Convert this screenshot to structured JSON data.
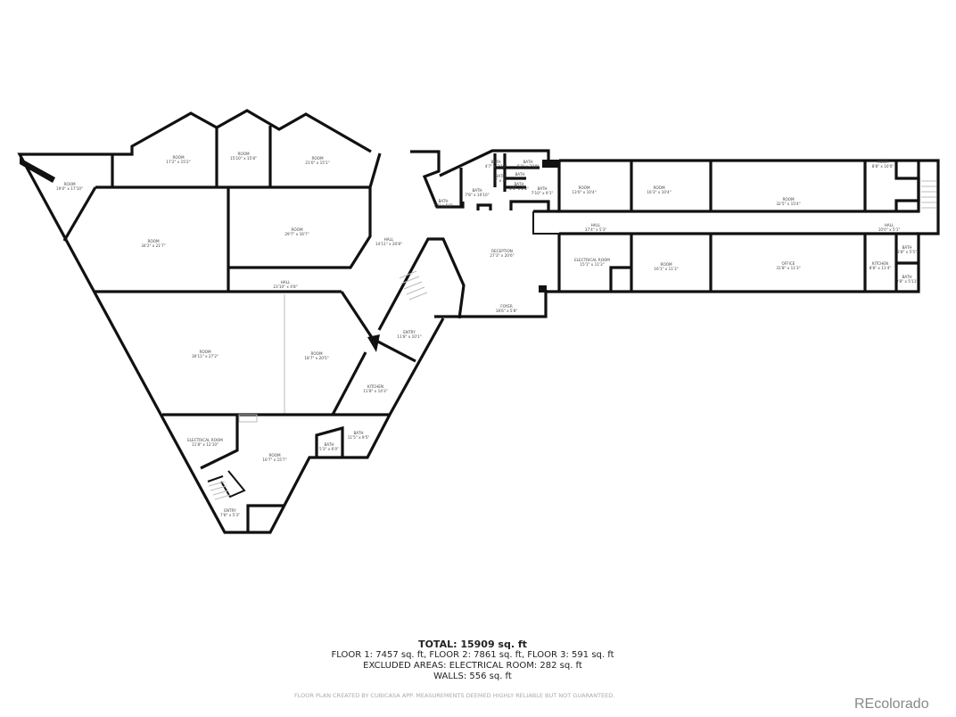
{
  "rooms": [
    {
      "name": "ROOM",
      "dims": "19'0\" x 17'10\""
    },
    {
      "name": "ROOM",
      "dims": "17'2\" x 15'2\""
    },
    {
      "name": "ROOM",
      "dims": "15'10\" x 15'8\""
    },
    {
      "name": "ROOM",
      "dims": "21'0\" x 15'1\""
    },
    {
      "name": "ROOM",
      "dims": "34'2\" x 21'7\""
    },
    {
      "name": "ROOM",
      "dims": "29'7\" x 16'7\""
    },
    {
      "name": "HALL",
      "dims": "14'11\" x 20'8\""
    },
    {
      "name": "HALL",
      "dims": "23'10\" x 4'8\""
    },
    {
      "name": "BATH",
      "dims": "7'3\" x 5'0\""
    },
    {
      "name": "BATH",
      "dims": "7'8\" x 10'10\""
    },
    {
      "name": "BATH",
      "dims": "4'7\" x 2'10\""
    },
    {
      "name": "BATH",
      "dims": "6'3\" x 2'10\""
    },
    {
      "name": "BATH",
      "dims": "7' x 4'"
    },
    {
      "name": "BATH",
      "dims": ""
    },
    {
      "name": "BATH",
      "dims": "4'5\" x 2'2\""
    },
    {
      "name": "BATH",
      "dims": "7'10\" x 9'1\""
    },
    {
      "name": "RECEPTION",
      "dims": "27'3\" x 20'6\""
    },
    {
      "name": "FOYER",
      "dims": "18'6\" x 5'8\""
    },
    {
      "name": "ENTRY",
      "dims": "11'8\" x 10'1\""
    },
    {
      "name": "ROOM",
      "dims": "30'11\" x 27'2\""
    },
    {
      "name": "ROOM",
      "dims": "18'7\" x 20'5\""
    },
    {
      "name": "KITCHEN",
      "dims": "11'8\" x 14'3\""
    },
    {
      "name": "ELECTRICAL ROOM",
      "dims": "11'8\" x 12'10\""
    },
    {
      "name": "ROOM",
      "dims": "16'7\" x 15'7\""
    },
    {
      "name": "BATH",
      "dims": "5'3\" x 6'0\""
    },
    {
      "name": "BATH",
      "dims": "11'5\" x 9'5\""
    },
    {
      "name": "ENTRY",
      "dims": "7'8\" x 5'3\""
    },
    {
      "name": "ROOM",
      "dims": "13'0\" x 10'4\""
    },
    {
      "name": "ROOM",
      "dims": "16'3\" x 10'4\""
    },
    {
      "name": "ROOM",
      "dims": "32'5\" x 15'4\""
    },
    {
      "name": "ROOM",
      "dims": "8'8\" x 10'0\""
    },
    {
      "name": "HALL",
      "dims": "37'4\" x 5'3\""
    },
    {
      "name": "HALL",
      "dims": "10'0\" x 5'1\""
    },
    {
      "name": "ELECTRICAL ROOM",
      "dims": "15'1\" x 11'3\""
    },
    {
      "name": "ROOM",
      "dims": "16'1\" x 11'3\""
    },
    {
      "name": "OFFICE",
      "dims": "31'8\" x 11'3\""
    },
    {
      "name": "KITCHEN",
      "dims": "8'8\" x 11'4\""
    },
    {
      "name": "BATH",
      "dims": "3'8\" x 5'5\""
    },
    {
      "name": "BATH",
      "dims": "3'8\" x 5'11\""
    }
  ],
  "summary": {
    "total": "TOTAL: 15909 sq. ft",
    "floors": "FLOOR 1: 7457 sq. ft, FLOOR 2: 7861 sq. ft, FLOOR 3: 591 sq. ft",
    "excluded": "EXCLUDED AREAS: ELECTRICAL ROOM: 282 sq. ft",
    "walls": "WALLS: 556 sq. ft"
  },
  "disclaimer": "FLOOR PLAN CREATED BY CUBICASA APP. MEASUREMENTS DEEMED HIGHLY RELIABLE BUT NOT GUARANTEED.",
  "watermark": "REcolorado"
}
